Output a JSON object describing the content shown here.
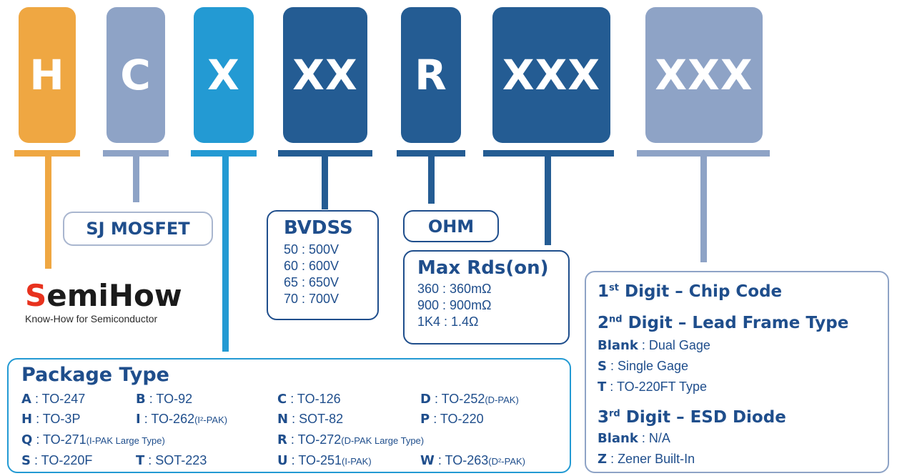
{
  "blocks": [
    {
      "id": "h",
      "letter": "H",
      "color": "#efa742"
    },
    {
      "id": "c",
      "letter": "C",
      "color": "#8ea3c6"
    },
    {
      "id": "x",
      "letter": "X",
      "color": "#239ad3"
    },
    {
      "id": "xx",
      "letter": "XX",
      "color": "#245c93"
    },
    {
      "id": "r",
      "letter": "R",
      "color": "#245c93"
    },
    {
      "id": "xxx1",
      "letter": "XXX",
      "color": "#245c93"
    },
    {
      "id": "xxx2",
      "letter": "XXX",
      "color": "#8ea3c6"
    }
  ],
  "sj": {
    "label": "SJ MOSFET"
  },
  "logo": {
    "first_letter": "S",
    "rest": "emiHow",
    "tagline": "Know-How for Semiconductor",
    "accent": "#e8321e"
  },
  "bvdss": {
    "title": "BVDSS",
    "lines": [
      "50 : 500V",
      "60 : 600V",
      "65 : 650V",
      "70 : 700V"
    ]
  },
  "ohm": {
    "label": "OHM"
  },
  "rds": {
    "title": "Max Rds(on)",
    "lines": [
      "360 : 360mΩ",
      "900 : 900mΩ",
      "1K4 : 1.4Ω"
    ]
  },
  "package": {
    "title": "Package Type",
    "items": [
      {
        "code": "A",
        "name": "TO-247",
        "note": ""
      },
      {
        "code": "B",
        "name": "TO-92",
        "note": ""
      },
      {
        "code": "C",
        "name": "TO-126",
        "note": ""
      },
      {
        "code": "D",
        "name": "TO-252",
        "note": "(D-PAK)"
      },
      {
        "code": "H",
        "name": "TO-3P",
        "note": ""
      },
      {
        "code": "I",
        "name": "TO-262",
        "note": "(I²-PAK)"
      },
      {
        "code": "N",
        "name": "SOT-82",
        "note": ""
      },
      {
        "code": "P",
        "name": "TO-220",
        "note": ""
      },
      {
        "code": "Q",
        "name": "TO-271",
        "note": "(I-PAK Large Type)"
      },
      {
        "code": "R",
        "name": "TO-272",
        "note": "(D-PAK Large Type)"
      },
      {
        "code": "S",
        "name": "TO-220F",
        "note": ""
      },
      {
        "code": "T",
        "name": "SOT-223",
        "note": ""
      },
      {
        "code": "U",
        "name": "TO-251",
        "note": "(I-PAK)"
      },
      {
        "code": "W",
        "name": "TO-263",
        "note": "(D²-PAK)"
      }
    ]
  },
  "digits": {
    "d1": {
      "num": "1",
      "sup": "st",
      "title": " Digit – Chip Code"
    },
    "d2": {
      "num": "2",
      "sup": "nd",
      "title": " Digit – Lead Frame Type",
      "items": [
        {
          "code": "Blank",
          "desc": " : Dual Gage"
        },
        {
          "code": "S",
          "desc": " : Single Gage"
        },
        {
          "code": "T",
          "desc": " : TO-220FT Type"
        }
      ]
    },
    "d3": {
      "num": "3",
      "sup": "rd",
      "title": " Digit – ESD Diode",
      "items": [
        {
          "code": "Blank",
          "desc": " : N/A"
        },
        {
          "code": "Z",
          "desc": " : Zener Built-In"
        }
      ]
    }
  }
}
